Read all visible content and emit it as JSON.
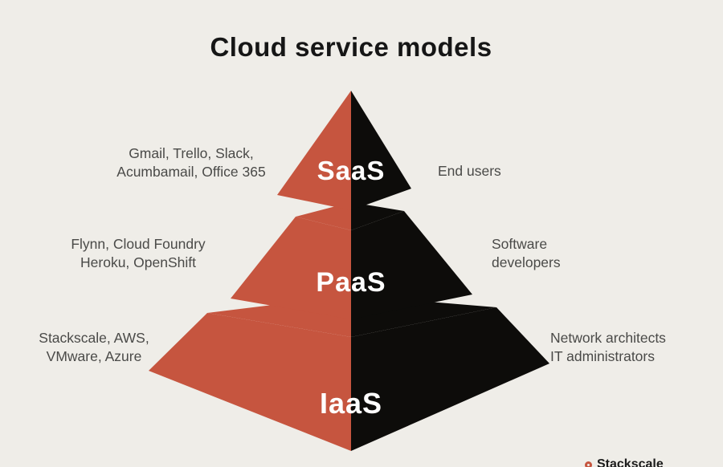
{
  "title": "Cloud service models",
  "colors": {
    "background": "#efede8",
    "pyramid_red": "#c6553f",
    "pyramid_black": "#0d0c0a",
    "text_dark": "#4a4a48",
    "title_color": "#161616",
    "label_white": "#ffffff"
  },
  "tiers": [
    {
      "id": "saas",
      "label": "SaaS",
      "left_lines": [
        "Gmail, Trello, Slack,",
        "Acumbamail, Office 365"
      ],
      "right_lines": [
        "End users",
        ""
      ]
    },
    {
      "id": "paas",
      "label": "PaaS",
      "left_lines": [
        "Flynn, Cloud Foundry",
        "Heroku, OpenShift"
      ],
      "right_lines": [
        "Software",
        "developers"
      ]
    },
    {
      "id": "iaas",
      "label": "IaaS",
      "left_lines": [
        "Stackscale, AWS,",
        "VMware, Azure"
      ],
      "right_lines": [
        "Network architects",
        "IT administrators"
      ]
    }
  ],
  "footer": {
    "logo_text": "Stackscale"
  }
}
